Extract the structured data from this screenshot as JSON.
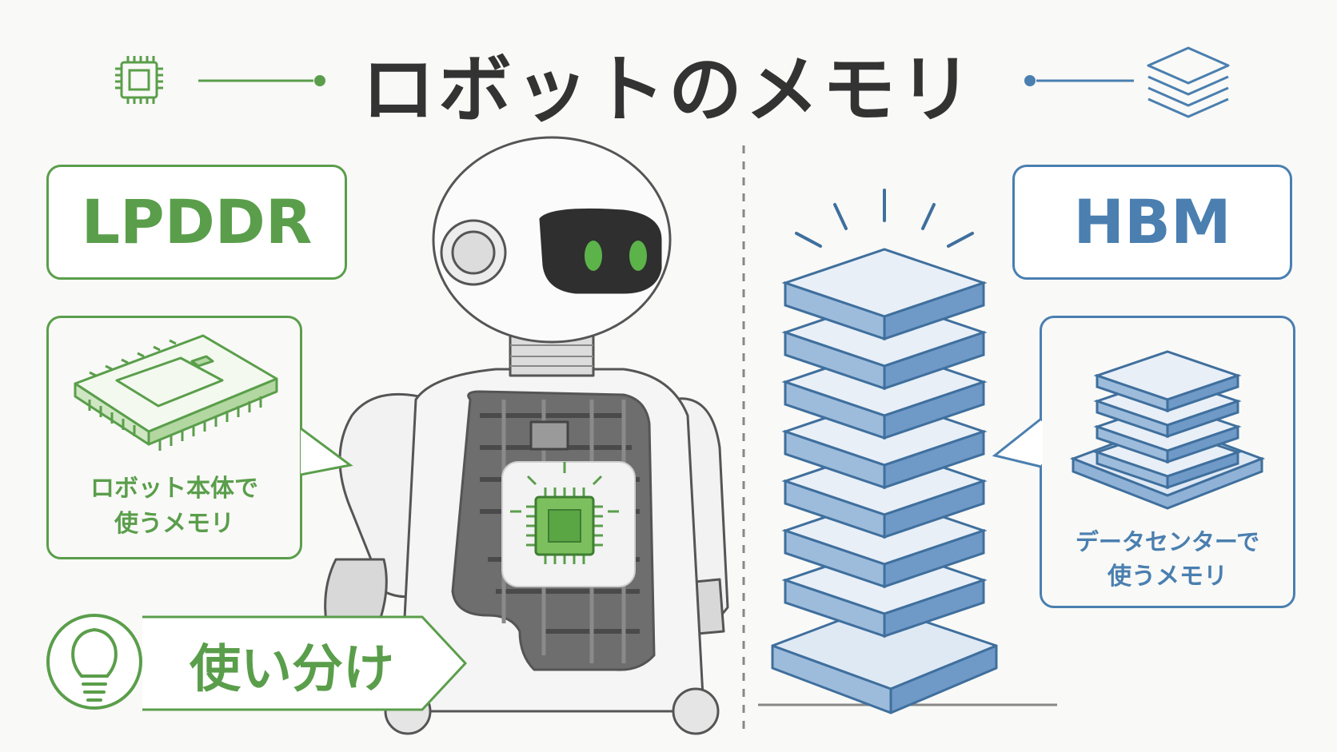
{
  "title": "ロボットのメモリ",
  "lpddr": {
    "label": "LPDDR",
    "caption_line1": "ロボット本体で",
    "caption_line2": "使うメモリ"
  },
  "hbm": {
    "label": "HBM",
    "caption_line1": "データセンターで",
    "caption_line2": "使うメモリ"
  },
  "tip": {
    "label": "使い分け"
  },
  "colors": {
    "green": "#5a9e4b",
    "blue": "#4a7fb0",
    "dark": "#333333",
    "background": "#f9f9f7"
  },
  "icons": [
    "cpu-chip-icon",
    "layers-stack-icon",
    "lightbulb-icon",
    "memory-chip-icon",
    "hbm-stack-icon",
    "robot-illustration"
  ]
}
